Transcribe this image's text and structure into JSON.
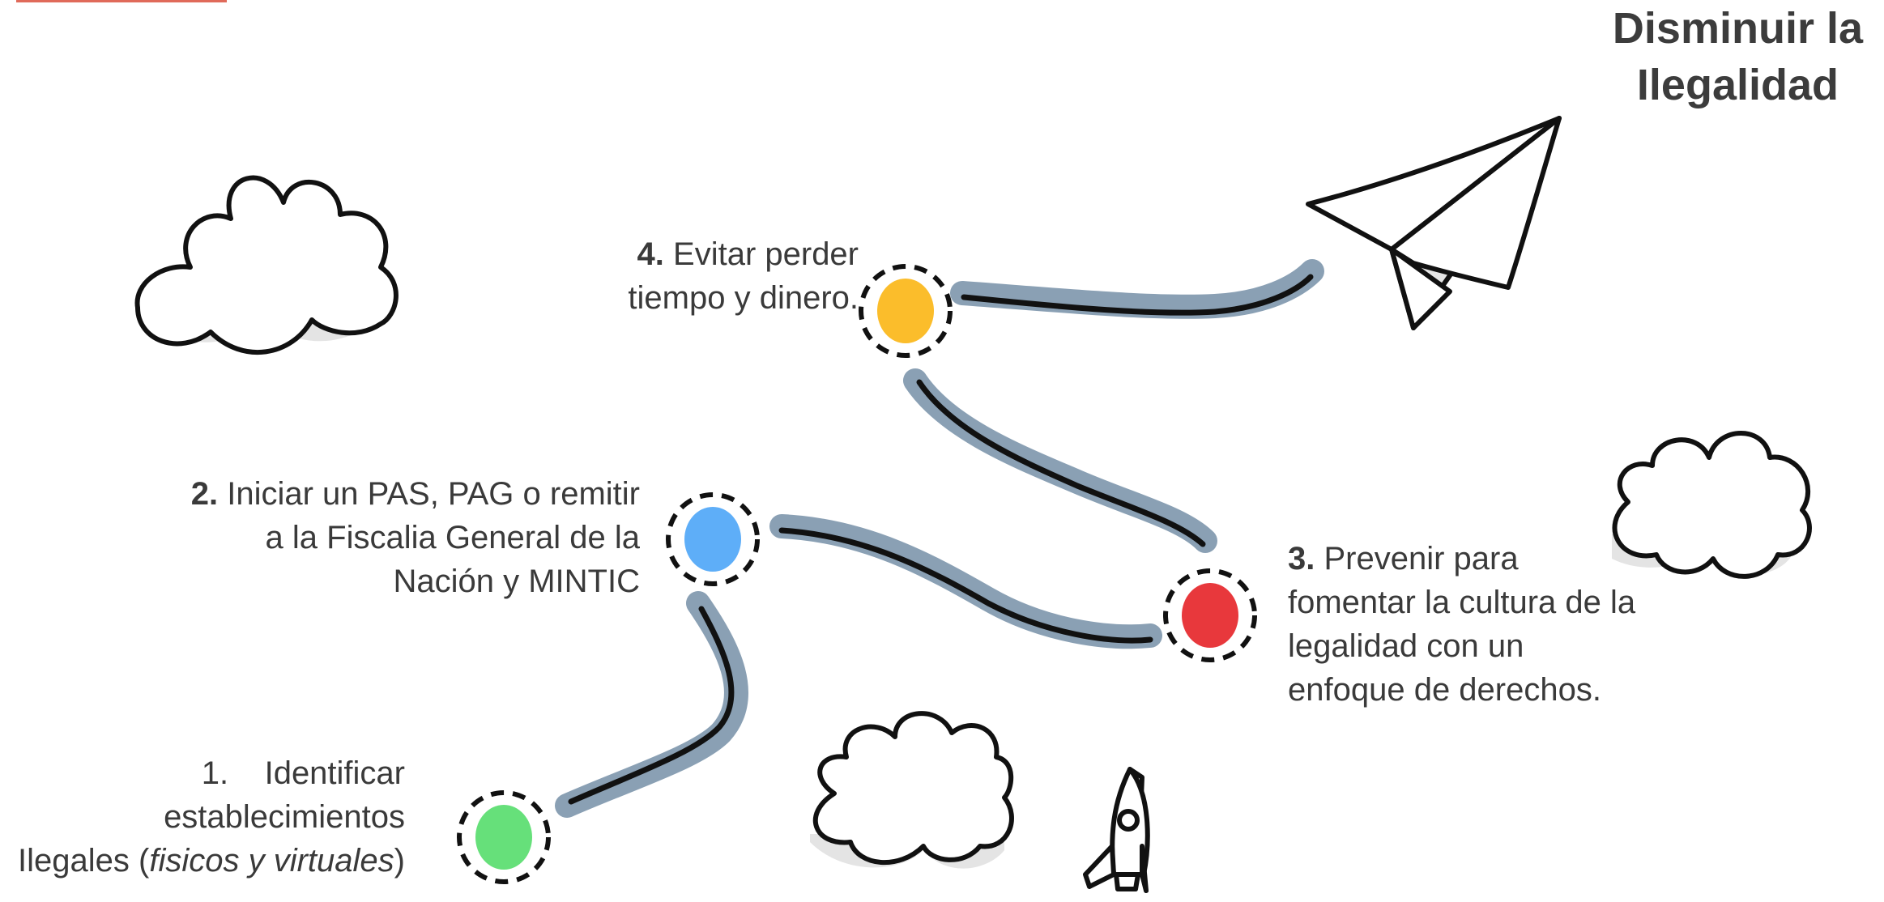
{
  "title": {
    "line1": "Disminuir la",
    "line2": "Ilegalidad"
  },
  "steps": [
    {
      "number": "1.",
      "lines": [
        "Identificar",
        "establecimientos",
        "Ilegales ("
      ],
      "italic": "fisicos y virtuales",
      "tail": ")",
      "color": "#66e07a"
    },
    {
      "number": "2.",
      "lines": [
        "Iniciar un PAS, PAG o remitir",
        "a la Fiscalia General de la",
        "Nación y MINTIC"
      ],
      "color": "#5eaef8"
    },
    {
      "number": "3.",
      "lines": [
        "Prevenir para",
        "fomentar la cultura de la",
        "legalidad con un",
        "enfoque de derechos."
      ],
      "color": "#e8383c"
    },
    {
      "number": "4.",
      "lines": [
        "Evitar perder",
        "tiempo y dinero."
      ],
      "color": "#fbbd2b"
    }
  ],
  "colors": {
    "path_shadow": "#8aa0b4",
    "path_line": "#111111",
    "text": "#3a3a3a"
  }
}
